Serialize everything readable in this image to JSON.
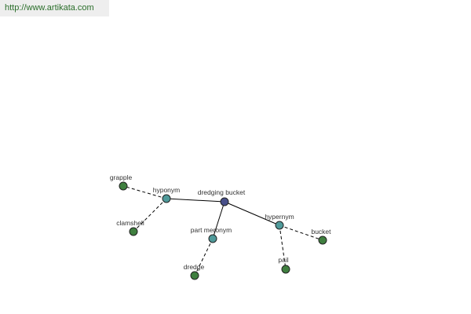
{
  "header": {
    "url": "http://www.artikata.com"
  },
  "colors": {
    "center_node": "#48508a",
    "relation_node": "#4f9a9a",
    "leaf_node": "#3f7f3f",
    "edge": "#000000",
    "url_text": "#2a6e2a"
  },
  "graph": {
    "center": {
      "id": "dredging-bucket",
      "label": "dredging bucket"
    },
    "relations": [
      {
        "id": "hyponym",
        "label": "hyponym"
      },
      {
        "id": "part-meronym",
        "label": "part meronym"
      },
      {
        "id": "hypernym",
        "label": "hypernym"
      }
    ],
    "leaves": [
      {
        "id": "grapple",
        "label": "grapple",
        "relation": "hyponym"
      },
      {
        "id": "clamshell",
        "label": "clamshell",
        "relation": "hyponym"
      },
      {
        "id": "dredge",
        "label": "dredge",
        "relation": "part-meronym"
      },
      {
        "id": "bucket",
        "label": "bucket",
        "relation": "hypernym"
      },
      {
        "id": "pail",
        "label": "pail",
        "relation": "hypernym"
      }
    ]
  }
}
